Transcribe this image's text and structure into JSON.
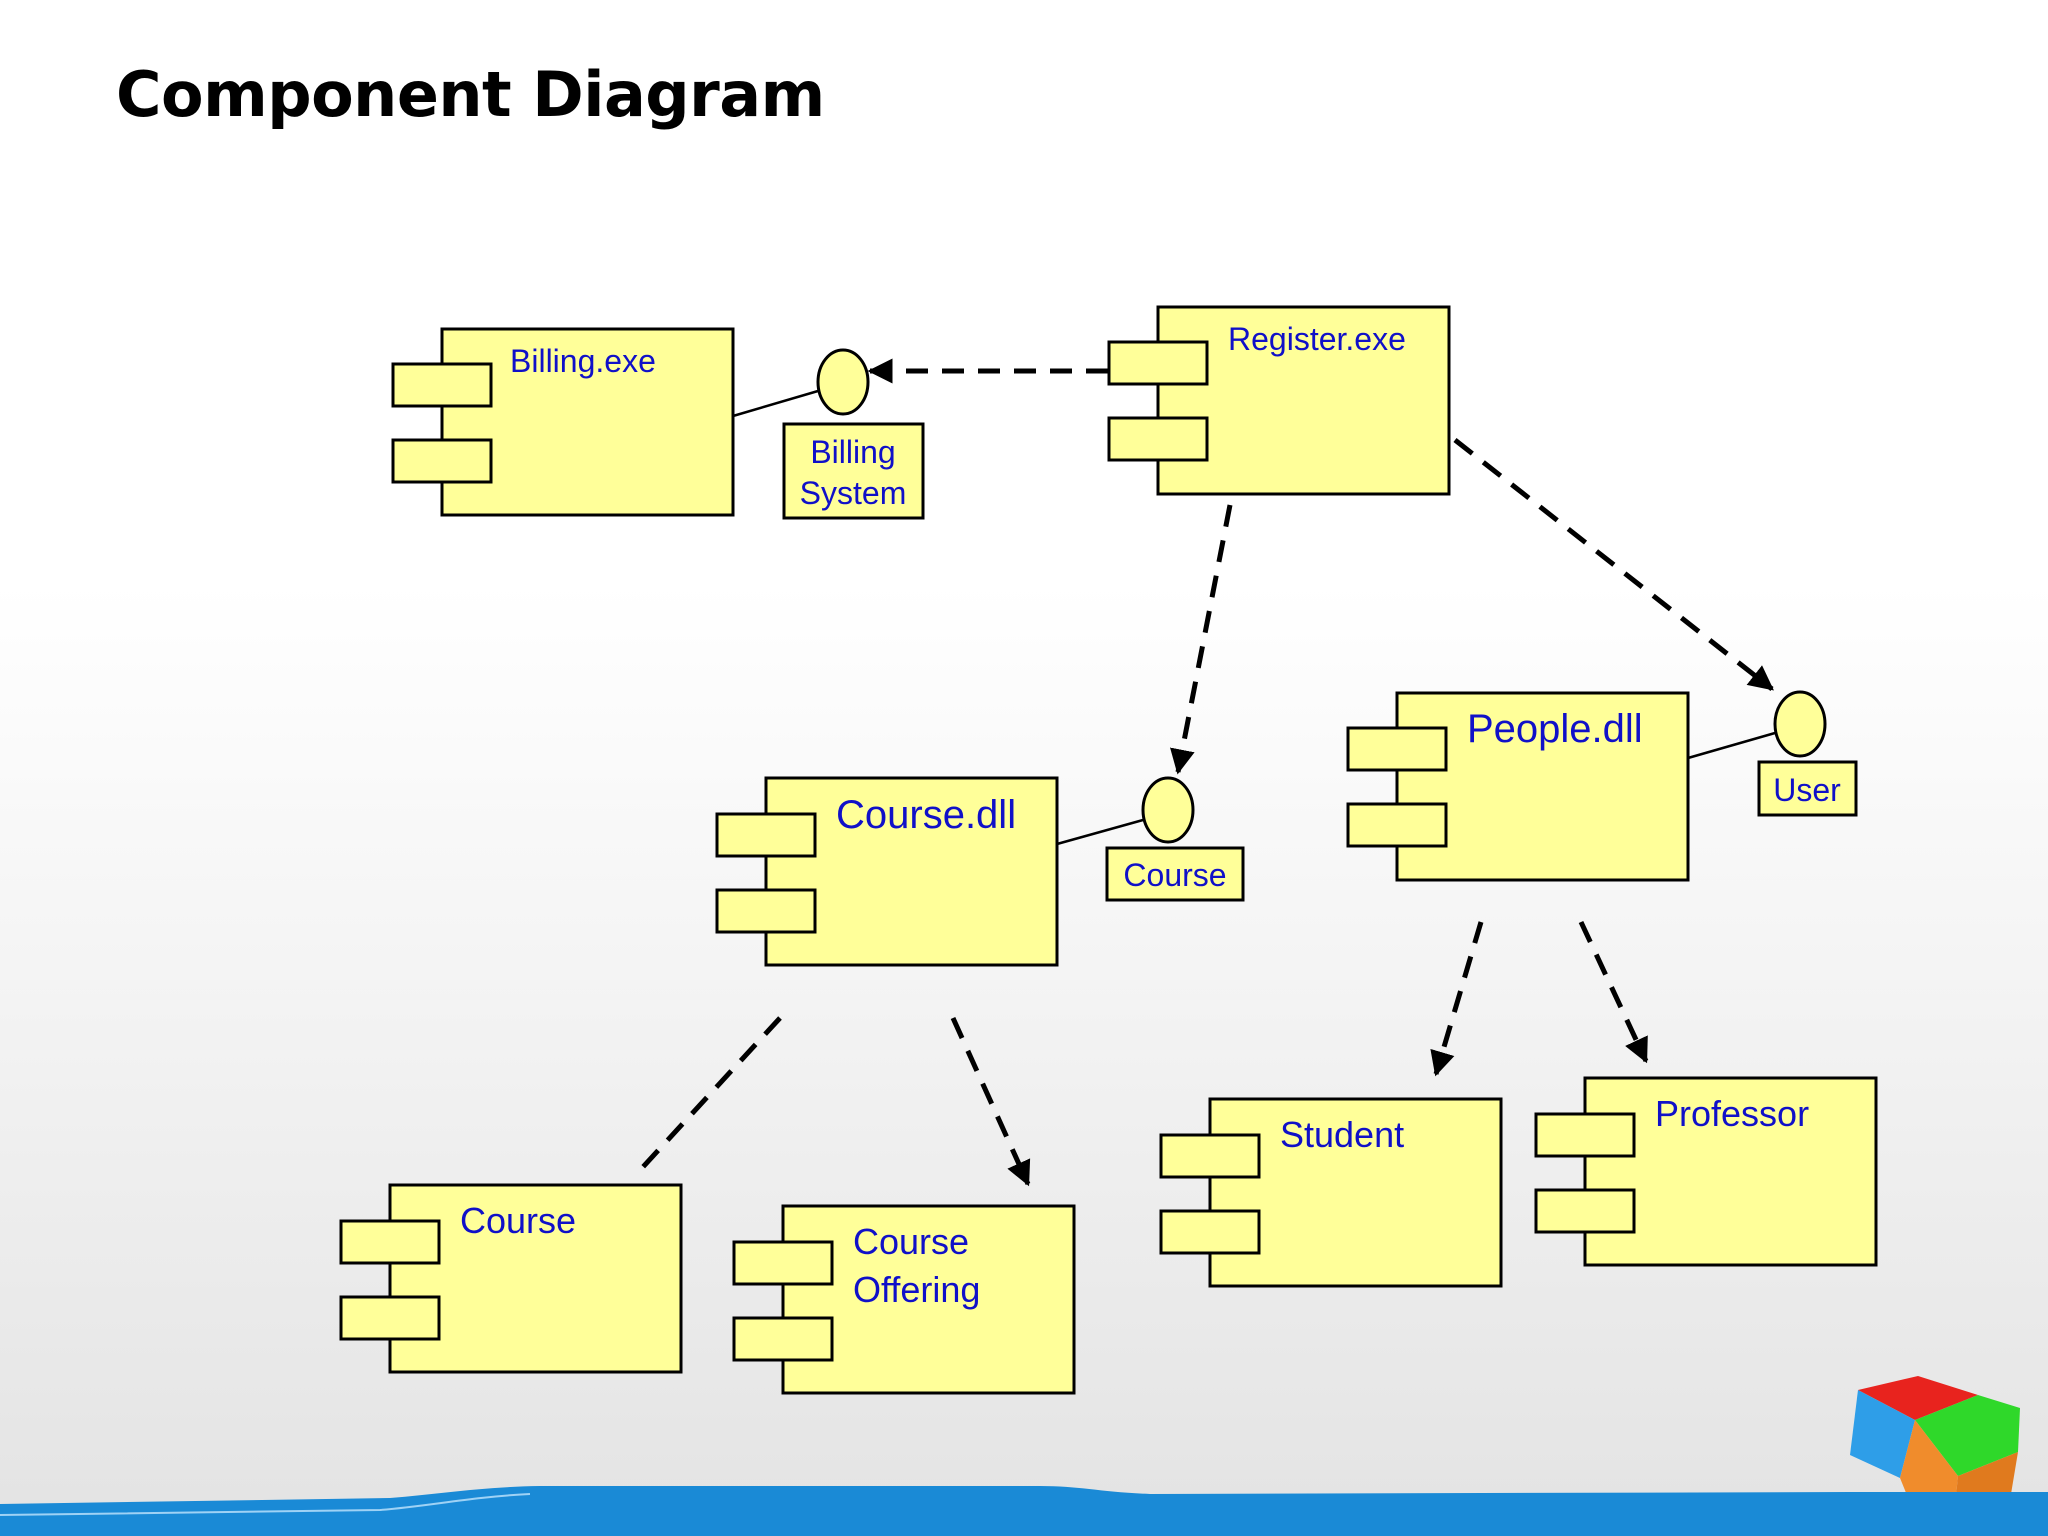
{
  "title": "Component Diagram",
  "components": {
    "billing": "Billing.exe",
    "register": "Register.exe",
    "course_dll": "Course.dll",
    "people_dll": "People.dll",
    "course": "Course",
    "course_offering_line1": "Course",
    "course_offering_line2": "Offering",
    "student": "Student",
    "professor": "Professor"
  },
  "interfaces": {
    "billing_system_line1": "Billing",
    "billing_system_line2": "System",
    "course": "Course",
    "user": "User"
  },
  "colors": {
    "component_fill": "#ffff99",
    "label_text": "#1010c8",
    "footer_blue": "#1a8ad6"
  }
}
